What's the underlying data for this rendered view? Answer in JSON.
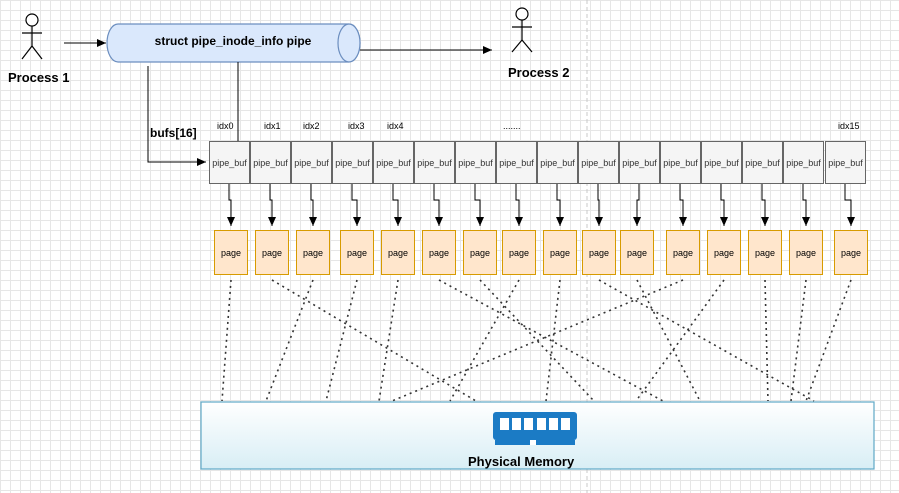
{
  "process1": {
    "label": "Process 1"
  },
  "process2": {
    "label": "Process 2"
  },
  "pipe": {
    "label": "struct pipe_inode_info pipe"
  },
  "bufs": {
    "label": "bufs[16]"
  },
  "index_labels": [
    "idx0",
    "idx1",
    "idx2",
    "idx3",
    "idx4",
    ".......",
    "idx15"
  ],
  "cell_label": "pipe_buf",
  "page_label": "page",
  "memory": {
    "label": "Physical Memory",
    "icon": "ram-module-icon"
  },
  "colors": {
    "pipe_fill": "#dae8fc",
    "pipe_stroke": "#6c8ebf",
    "page_fill": "#ffe6cc",
    "page_stroke": "#d79b00",
    "cell_fill": "#f5f5f5",
    "memory_stroke": "#5fa8c6",
    "ram_icon": "#1b7bc5"
  }
}
